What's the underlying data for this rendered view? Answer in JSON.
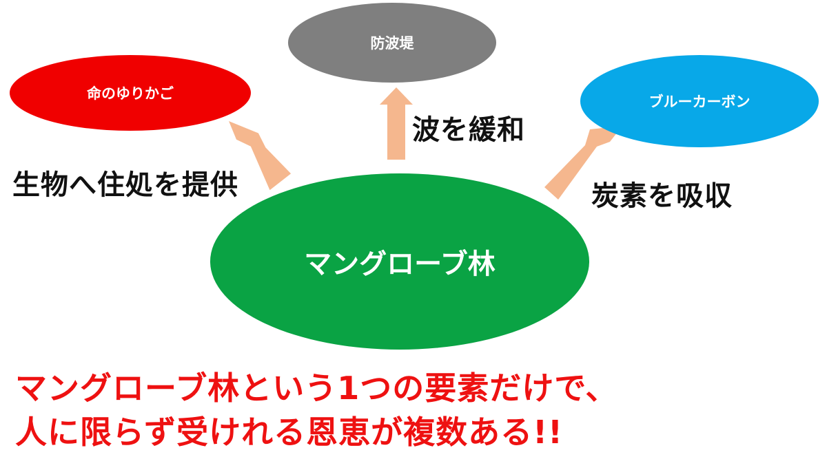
{
  "nodes": {
    "center": "マングローブ林",
    "left": "命のゆりかご",
    "top": "防波堤",
    "right": "ブルーカーボン"
  },
  "edge_labels": {
    "left": "生物へ住処を提供",
    "top": "波を緩和",
    "right": "炭素を吸収"
  },
  "conclusion": {
    "line1": "マングローブ林という1つの要素だけで、",
    "line2": "人に限らず受けれる恩恵が複数ある!!"
  },
  "colors": {
    "center": "#0aa344",
    "left": "#f00000",
    "top": "#7f7f7f",
    "right": "#08a8e8",
    "arrow": "#f5b78e",
    "conclusion": "#ee1111"
  }
}
